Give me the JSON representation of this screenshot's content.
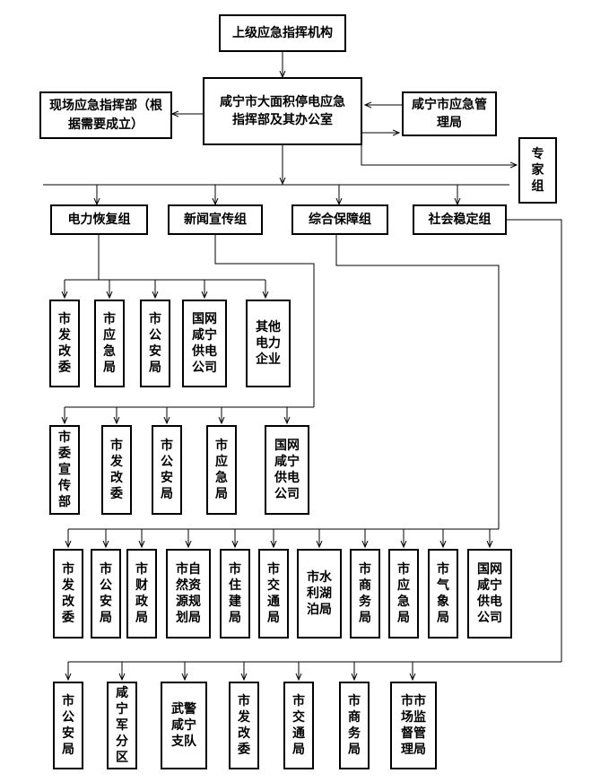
{
  "top": {
    "superior": "上级应急指挥机构",
    "hq": "咸宁市大面积停电应急指挥部及其办公室",
    "field": "现场应急指挥部（根据需要成立）",
    "emergency_bureau": "咸宁市应急管理局",
    "experts": "专家组"
  },
  "groups": [
    "电力恢复组",
    "新闻宣传组",
    "综合保障组",
    "社会稳定组"
  ],
  "power_members": [
    "市发改委",
    "市应急局",
    "市公安局",
    "国网咸宁供电公司",
    "其他电力企业"
  ],
  "news_members": [
    "市委宣传部",
    "市发改委",
    "市公安局",
    "市应急局",
    "国网咸宁供电公司"
  ],
  "support_members": [
    "市发改委",
    "市公安局",
    "市财政局",
    "市自然资源规划局",
    "市住建局",
    "市交通局",
    "市水利湖泊局",
    "市商务局",
    "市应急局",
    "市气象局",
    "国网咸宁供电公司"
  ],
  "stability_members": [
    "市公安局",
    "咸宁军分区",
    "武警咸宁支队",
    "市发改委",
    "市交通局",
    "市商务局",
    "市市场监督管理局"
  ]
}
